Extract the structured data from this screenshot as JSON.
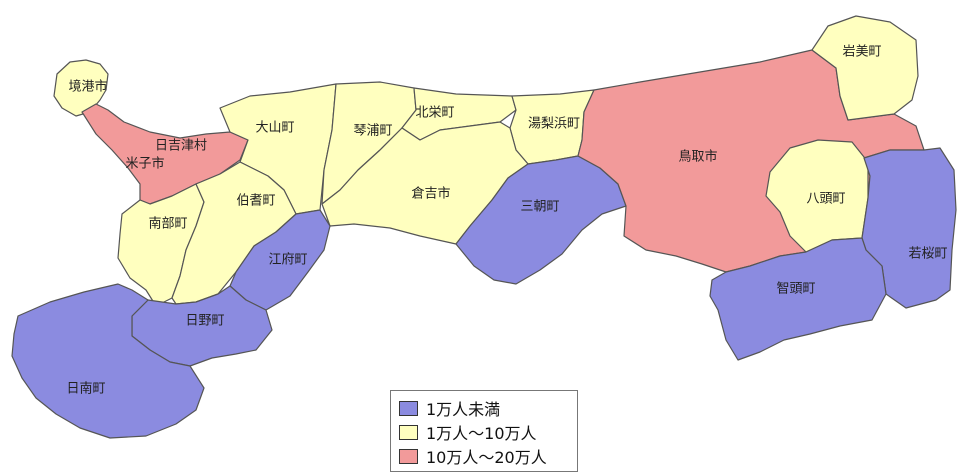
{
  "colors": {
    "under_10k": "#8b8be0",
    "10k_to_100k": "#ffffbf",
    "100k_to_200k": "#f29a9a"
  },
  "regions": {
    "sakaiminato": {
      "name": "境港市",
      "category": "10k_to_100k"
    },
    "hiezu": {
      "name": "日吉津村",
      "category": "100k_to_200k"
    },
    "yonago": {
      "name": "米子市",
      "category": "100k_to_200k"
    },
    "daisen": {
      "name": "大山町",
      "category": "10k_to_100k"
    },
    "kotoura": {
      "name": "琴浦町",
      "category": "10k_to_100k"
    },
    "hokuei": {
      "name": "北栄町",
      "category": "10k_to_100k"
    },
    "yurihama": {
      "name": "湯梨浜町",
      "category": "10k_to_100k"
    },
    "kurayoshi": {
      "name": "倉吉市",
      "category": "10k_to_100k"
    },
    "misasa": {
      "name": "三朝町",
      "category": "under_10k"
    },
    "tottori": {
      "name": "鳥取市",
      "category": "100k_to_200k"
    },
    "iwami": {
      "name": "岩美町",
      "category": "10k_to_100k"
    },
    "yazu": {
      "name": "八頭町",
      "category": "10k_to_100k"
    },
    "wakasa": {
      "name": "若桜町",
      "category": "under_10k"
    },
    "chizu": {
      "name": "智頭町",
      "category": "under_10k"
    },
    "nanbu": {
      "name": "南部町",
      "category": "10k_to_100k"
    },
    "hoki": {
      "name": "伯耆町",
      "category": "10k_to_100k"
    },
    "kofu": {
      "name": "江府町",
      "category": "under_10k"
    },
    "hino": {
      "name": "日野町",
      "category": "under_10k"
    },
    "nichinan": {
      "name": "日南町",
      "category": "under_10k"
    }
  },
  "legend": [
    {
      "label": "1万人未満",
      "category": "under_10k"
    },
    {
      "label": "1万人～10万人",
      "category": "10k_to_100k"
    },
    {
      "label": "10万人～20万人",
      "category": "100k_to_200k"
    }
  ]
}
